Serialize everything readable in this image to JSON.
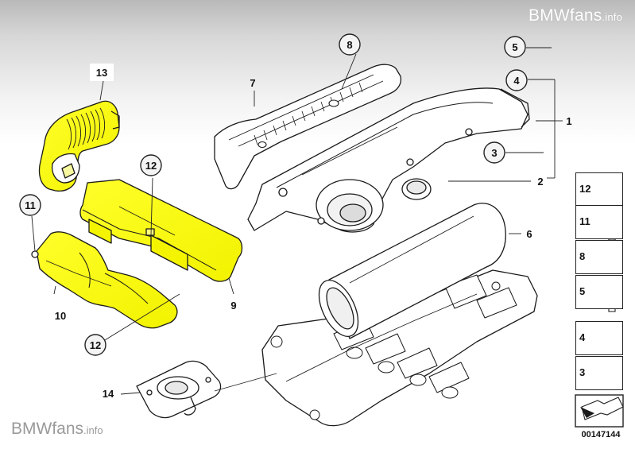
{
  "watermark": {
    "brand": "BMWfans",
    "suffix": ".info"
  },
  "reference_number": "00147144",
  "callouts": {
    "c1": "1",
    "c2": "2",
    "c3": "3",
    "c4": "4",
    "c5": "5",
    "c6": "6",
    "c7": "7",
    "c8": "8",
    "c9": "9",
    "c10": "10",
    "c11": "11",
    "c12a": "12",
    "c12b": "12",
    "c13": "13",
    "c14": "14"
  },
  "legend": [
    "12",
    "11",
    "8",
    "5",
    "4",
    "3"
  ],
  "colors": {
    "highlight": "#ffff00",
    "outline": "#1a1a1a",
    "top_gradient": "#b9b9b9"
  }
}
